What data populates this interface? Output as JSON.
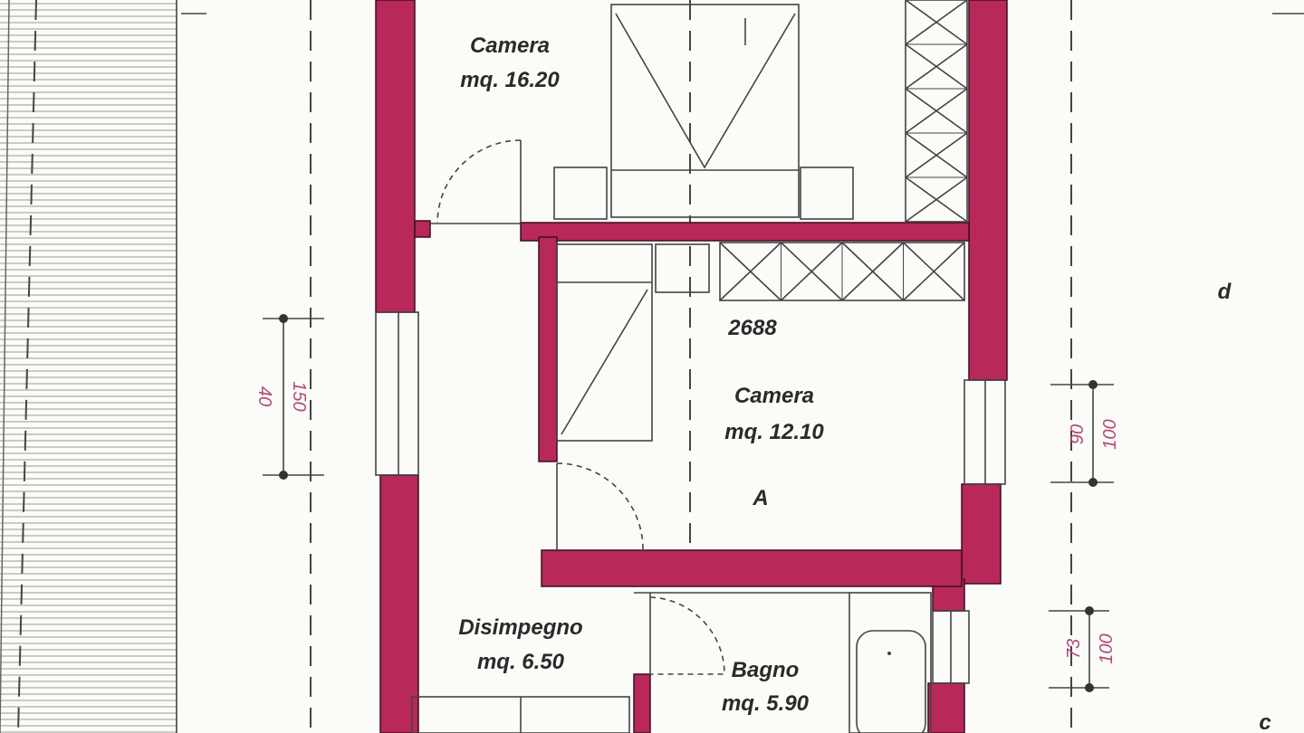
{
  "rooms": [
    {
      "name": "Camera",
      "area": "mq. 16.20"
    },
    {
      "name": "Camera",
      "area": "mq. 12.10"
    },
    {
      "name": "Disimpegno",
      "area": "mq. 6.50"
    },
    {
      "name": "Bagno",
      "area": "mq. 5.90"
    }
  ],
  "labels": {
    "code": "2688",
    "unit": "A",
    "side_d": "d",
    "side_c": "c"
  },
  "dimensions": [
    {
      "top": "150",
      "bottom": "40"
    },
    {
      "top": "90",
      "bottom": "100"
    },
    {
      "top": "73",
      "bottom": "100"
    }
  ],
  "colors": {
    "wall": "#b8285a",
    "dimension_text": "#b04a7a",
    "line": "#444444"
  }
}
